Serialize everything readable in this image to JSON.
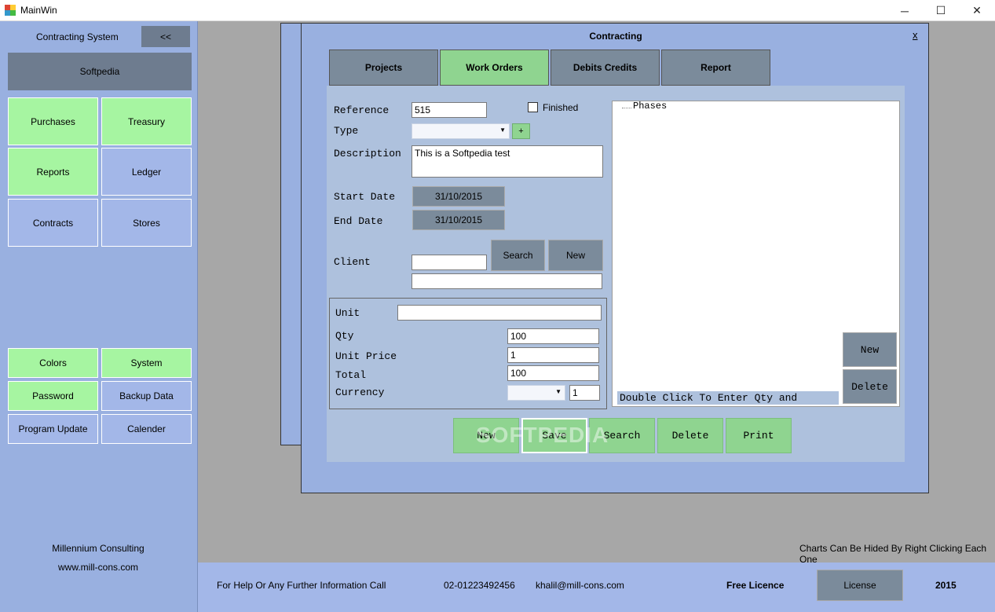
{
  "window": {
    "title": "MainWin",
    "minimize": "─",
    "maximize": "☐",
    "close": "✕"
  },
  "sidebar": {
    "heading": "Contracting System",
    "collapse_label": "<<",
    "company": "Softpedia",
    "modules": [
      "Purchases",
      "Treasury",
      "Reports",
      "Ledger",
      "Contracts",
      "Stores"
    ],
    "tools": [
      "Colors",
      "System",
      "Password",
      "Backup Data",
      "Program Update",
      "Calender"
    ],
    "vendor": "Millennium Consulting",
    "website": "www.mill-cons.com"
  },
  "desk": {
    "hint": "Charts Can Be Hided By Right Clicking  Each One"
  },
  "footer": {
    "help": "For Help Or Any Further Information Call",
    "phone": "02-01223492456",
    "email": "khalil@mill-cons.com",
    "license_type": "Free Licence",
    "license_button": "License",
    "year": "2015"
  },
  "dialog": {
    "title": "Contracting",
    "close": "x",
    "tabs": [
      "Projects",
      "Work Orders",
      "Debits  Credits",
      "Report"
    ],
    "active_tab": "Work Orders",
    "form": {
      "reference_label": "Reference",
      "reference_value": "515",
      "finished_label": "Finished",
      "type_label": "Type",
      "type_value": "",
      "add_type": "+",
      "description_label": "Description",
      "description_value": "This is a Softpedia test",
      "start_date_label": "Start Date",
      "start_date_value": "31/10/2015",
      "end_date_label": "End Date",
      "end_date_value": "31/10/2015",
      "client_label": "Client",
      "client_value": "",
      "client_detail": "",
      "search_label": "Search",
      "new_label": "New"
    },
    "unit_box": {
      "unit_label": "Unit",
      "unit_value": "",
      "qty_label": "Qty",
      "qty_value": "100",
      "unit_price_label": "Unit Price",
      "unit_price_value": "1",
      "total_label": "Total",
      "total_value": "100",
      "currency_label": "Currency",
      "currency_value": "",
      "currency_rate": "1"
    },
    "phases": {
      "root": "Phases",
      "hint": "Double Click To Enter Qty and",
      "new_label": "New",
      "delete_label": "Delete"
    },
    "actions": [
      "New",
      "Save",
      "Search",
      "Delete",
      "Print"
    ],
    "watermark": "SOFTPEDIA"
  },
  "colors": {
    "sidebar": "#99b0e0",
    "tile_green": "#a6f5a1",
    "tile_blue": "#a3b7e8",
    "desk": "#a7a7a7",
    "dialog": "#99b0e0",
    "panel": "#aec1dd",
    "tab_active": "#8fd490",
    "action_button": "#8fd490"
  }
}
